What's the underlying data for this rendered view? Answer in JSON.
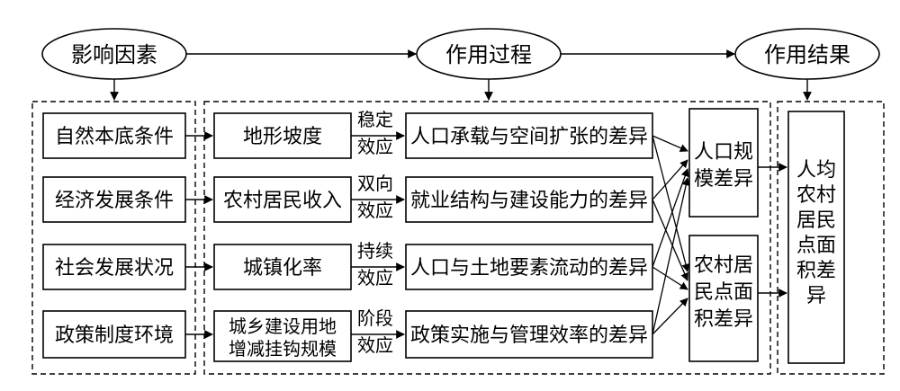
{
  "headers": {
    "factors": "影响因素",
    "process": "作用过程",
    "result": "作用结果"
  },
  "factors": [
    "自然本底条件",
    "经济发展条件",
    "社会发展状况",
    "政策制度环境"
  ],
  "drivers": [
    [
      "地形坡度"
    ],
    [
      "农村居民收入"
    ],
    [
      "城镇化率"
    ],
    [
      "城乡建设用地",
      "增减挂钩规模"
    ]
  ],
  "effects": [
    [
      "稳定",
      "效应"
    ],
    [
      "双向",
      "效应"
    ],
    [
      "持续",
      "效应"
    ],
    [
      "阶段",
      "效应"
    ]
  ],
  "differences": [
    "人口承载与空间扩张的差异",
    "就业结构与建设能力的差异",
    "人口与土地要素流动的差异",
    "政策实施与管理效率的差异"
  ],
  "outcomes": [
    [
      "人口规",
      "模差异"
    ],
    [
      "农村居",
      "民点面",
      "积差异"
    ]
  ],
  "result": [
    "人均",
    "农村",
    "居民",
    "点面",
    "积差",
    "异"
  ]
}
